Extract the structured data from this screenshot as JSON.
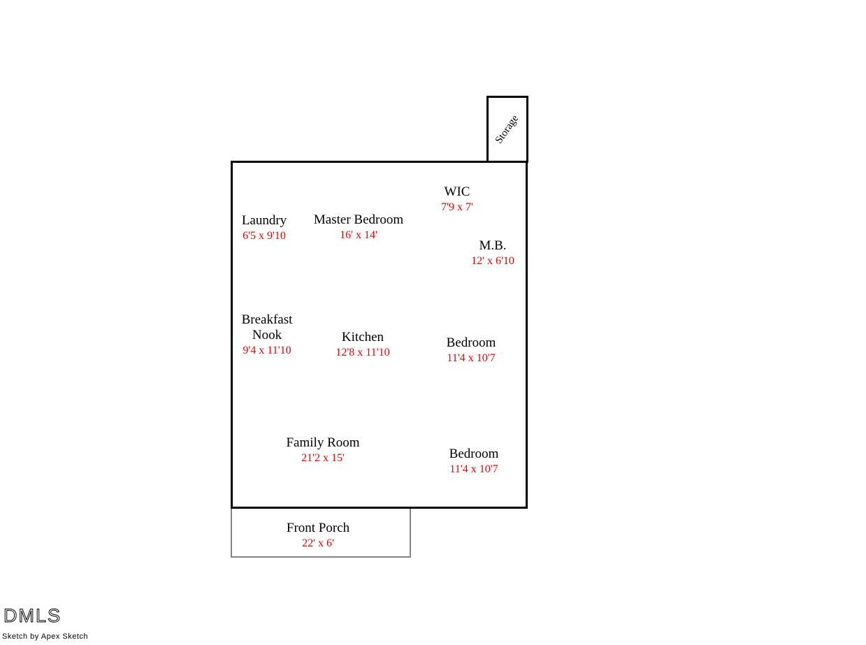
{
  "floor_plan": {
    "rooms": {
      "storage": {
        "name": "Storage",
        "dimensions": ""
      },
      "wic": {
        "name": "WIC",
        "dimensions": "7'9 x 7'"
      },
      "laundry": {
        "name": "Laundry",
        "dimensions": "6'5 x 9'10"
      },
      "master_bedroom": {
        "name": "Master Bedroom",
        "dimensions": "16' x 14'"
      },
      "mb": {
        "name": "M.B.",
        "dimensions": "12' x 6'10"
      },
      "breakfast_nook": {
        "name": "Breakfast Nook",
        "dimensions": "9'4 x 11'10"
      },
      "kitchen": {
        "name": "Kitchen",
        "dimensions": "12'8 x 11'10"
      },
      "bedroom_1": {
        "name": "Bedroom",
        "dimensions": "11'4 x 10'7"
      },
      "family_room": {
        "name": "Family Room",
        "dimensions": "21'2 x 15'"
      },
      "bedroom_2": {
        "name": "Bedroom",
        "dimensions": "11'4 x 10'7"
      },
      "front_porch": {
        "name": "Front Porch",
        "dimensions": "22' x 6'"
      }
    },
    "colors": {
      "wall": "#000000",
      "porch_wall": "#828282",
      "room_name_text": "#000000",
      "dimension_text": "#ee0000"
    }
  },
  "footer": {
    "logo": "DMLS",
    "credit": "Sketch by Apex Sketch"
  }
}
